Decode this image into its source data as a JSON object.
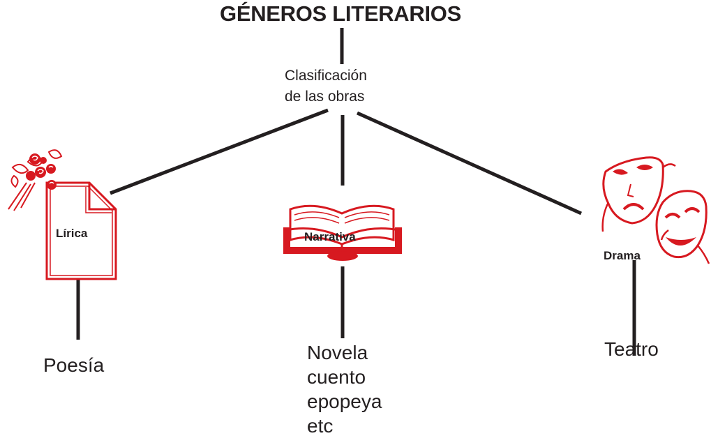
{
  "title": "GÉNEROS LITERARIOS",
  "subtitle": "Clasificación\nde las obras",
  "genres": {
    "lirica": {
      "label": "Lírica",
      "examples": "Poesía",
      "icon": "document-with-roses-icon"
    },
    "narrativa": {
      "label": "Narrativa",
      "examples": "Novela\ncuento\nepopeya\netc",
      "icon": "open-book-icon"
    },
    "drama": {
      "label": "Drama",
      "examples": "Teatro",
      "icon": "theater-masks-icon"
    }
  },
  "colors": {
    "line": "#231f20",
    "accent": "#d71920",
    "background": "#ffffff"
  }
}
